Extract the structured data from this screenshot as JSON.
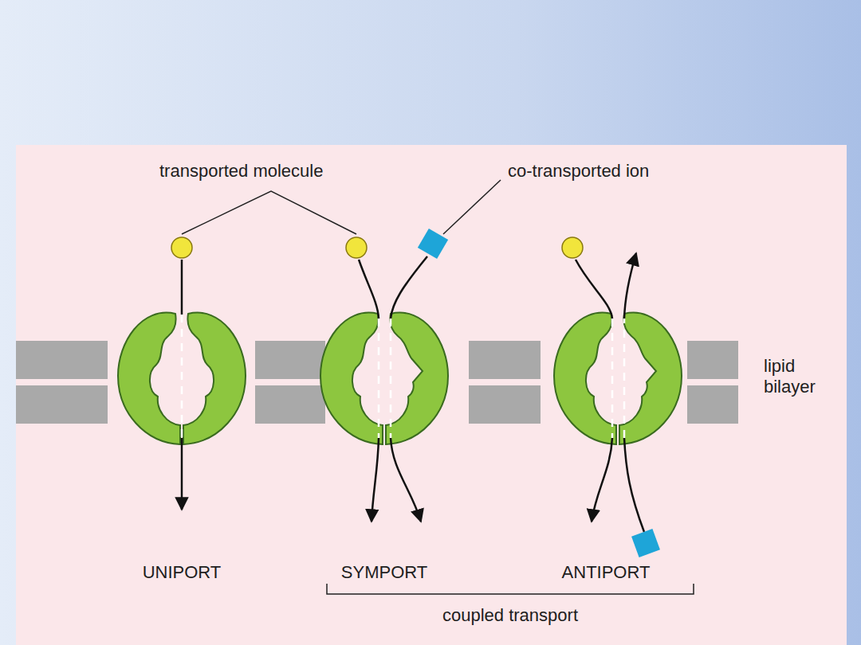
{
  "diagram": {
    "labels": [
      "transported molecule",
      "co-transported ion",
      "lipid bilayer",
      "UNIPORT",
      "SYMPORT",
      "ANTIPORT",
      "coupled transport"
    ]
  }
}
